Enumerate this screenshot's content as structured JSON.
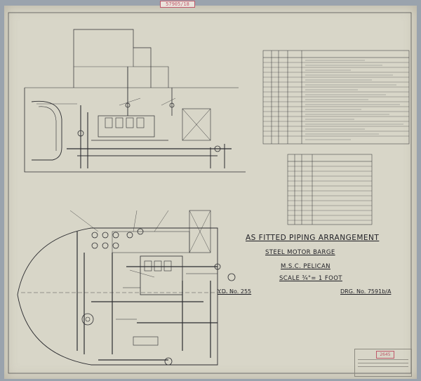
{
  "reference_tag": "57905/18",
  "title": "AS FITTED PIPING ARRANGEMENT",
  "vessel_type": "STEEL MOTOR BARGE",
  "vessel_name": "M.S.C. PELICAN",
  "scale": "SCALE ¾\"= 1 FOOT",
  "yard_no": "Y.D. No. 255",
  "drawing_no": "DRG. No. 7591b/A",
  "stamp_number": "2645",
  "colors": {
    "paper": "#d8d6c8",
    "ink": "#2c2c30",
    "stamp": "#c0586a"
  }
}
